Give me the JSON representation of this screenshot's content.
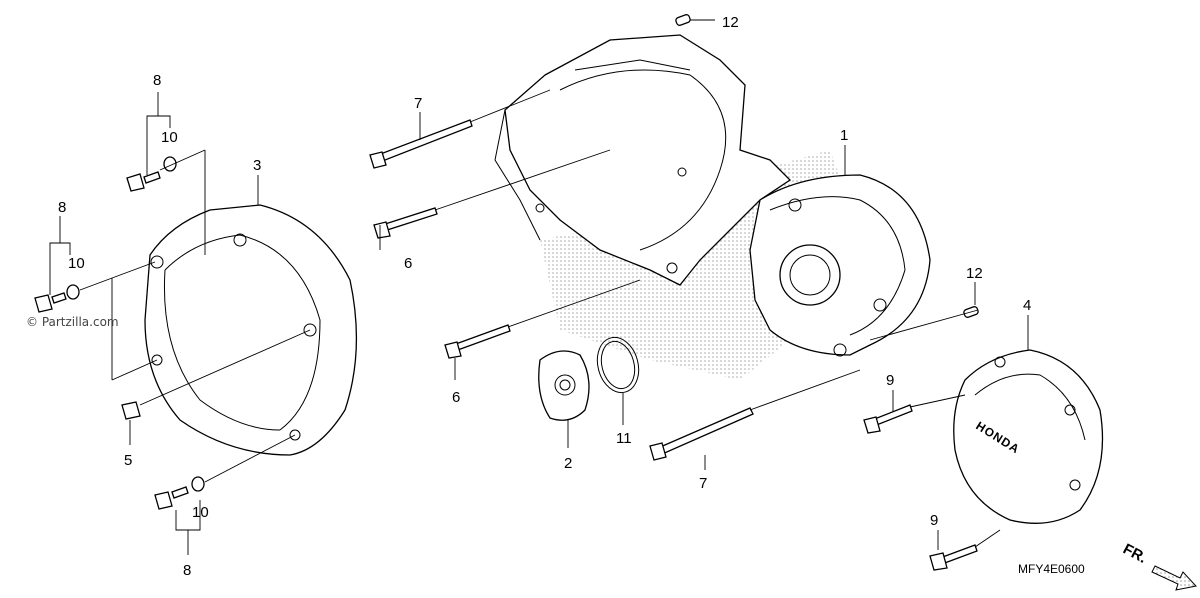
{
  "watermark": "© Partzilla.com",
  "diagram_code": "MFY4E0600",
  "direction_label": "FR.",
  "brand_text": "HONDA",
  "callouts": [
    {
      "id": "c1",
      "text": "1"
    },
    {
      "id": "c2",
      "text": "2"
    },
    {
      "id": "c3",
      "text": "3"
    },
    {
      "id": "c4",
      "text": "4"
    },
    {
      "id": "c5",
      "text": "5"
    },
    {
      "id": "c6a",
      "text": "6"
    },
    {
      "id": "c6b",
      "text": "6"
    },
    {
      "id": "c7a",
      "text": "7"
    },
    {
      "id": "c7b",
      "text": "7"
    },
    {
      "id": "c8a",
      "text": "8"
    },
    {
      "id": "c8b",
      "text": "8"
    },
    {
      "id": "c8c",
      "text": "8"
    },
    {
      "id": "c9a",
      "text": "9"
    },
    {
      "id": "c9b",
      "text": "9"
    },
    {
      "id": "c10a",
      "text": "10"
    },
    {
      "id": "c10b",
      "text": "10"
    },
    {
      "id": "c10c",
      "text": "10"
    },
    {
      "id": "c11",
      "text": "11"
    },
    {
      "id": "c12a",
      "text": "12"
    },
    {
      "id": "c12b",
      "text": "12"
    }
  ]
}
